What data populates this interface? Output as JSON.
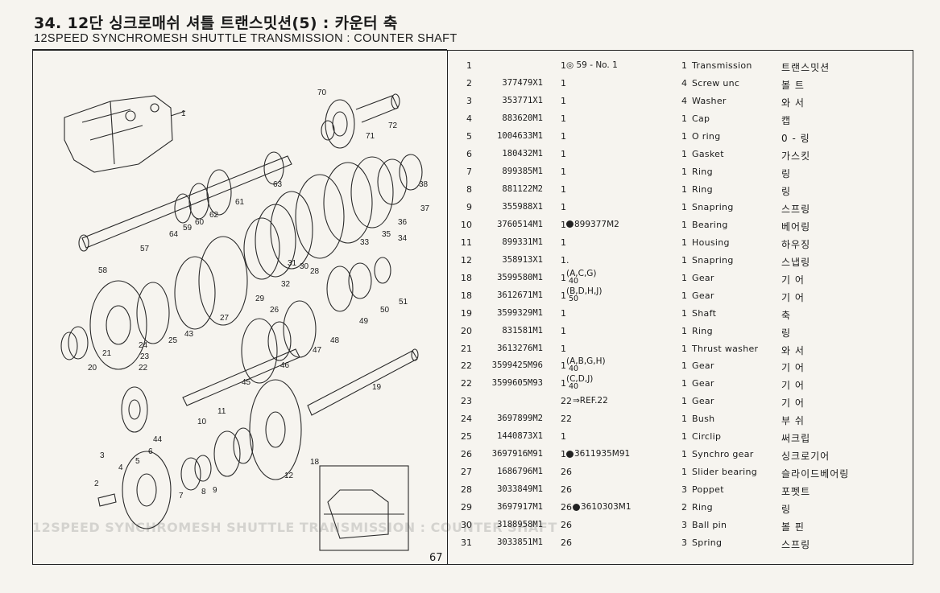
{
  "header": {
    "title_kr": "34. 12단 싱크로매쉬 셔틀 트랜스밋션(5) : 카운터 축",
    "title_en": "12SPEED SYNCHROMESH SHUTTLE TRANSMISSION : COUNTER SHAFT"
  },
  "page_number": "67",
  "diagram_callouts": [
    "1",
    "70",
    "71",
    "72",
    "63",
    "38",
    "37",
    "36",
    "35",
    "34",
    "33",
    "62",
    "61",
    "60",
    "59",
    "64",
    "57",
    "58",
    "28",
    "30",
    "31",
    "32",
    "26",
    "29",
    "27",
    "43",
    "25",
    "24",
    "23",
    "22",
    "21",
    "20",
    "51",
    "50",
    "49",
    "48",
    "47",
    "46",
    "45",
    "44",
    "19",
    "12",
    "18",
    "10",
    "11",
    "9",
    "8",
    "7",
    "6",
    "5",
    "4",
    "3",
    "2"
  ],
  "parts": [
    {
      "ref": "1",
      "part_no": "",
      "qty": "1",
      "note": "◎ 59 - No. 1",
      "sub": "",
      "unit": "1",
      "name_en": "Transmission",
      "name_kr": "트랜스밋션"
    },
    {
      "ref": "2",
      "part_no": "377479X1",
      "qty": "1",
      "note": "",
      "sub": "",
      "unit": "4",
      "name_en": "Screw unc",
      "name_kr": "볼 트"
    },
    {
      "ref": "3",
      "part_no": "353771X1",
      "qty": "1",
      "note": "",
      "sub": "",
      "unit": "4",
      "name_en": "Washer",
      "name_kr": "와 서"
    },
    {
      "ref": "4",
      "part_no": "883620M1",
      "qty": "1",
      "note": "",
      "sub": "",
      "unit": "1",
      "name_en": "Cap",
      "name_kr": "캡"
    },
    {
      "ref": "5",
      "part_no": "1004633M1",
      "qty": "1",
      "note": "",
      "sub": "",
      "unit": "1",
      "name_en": "O ring",
      "name_kr": "0 - 링"
    },
    {
      "ref": "6",
      "part_no": "180432M1",
      "qty": "1",
      "note": "",
      "sub": "",
      "unit": "1",
      "name_en": "Gasket",
      "name_kr": "가스킷"
    },
    {
      "ref": "7",
      "part_no": "899385M1",
      "qty": "1",
      "note": "",
      "sub": "",
      "unit": "1",
      "name_en": "Ring",
      "name_kr": "링"
    },
    {
      "ref": "8",
      "part_no": "881122M2",
      "qty": "1",
      "note": "",
      "sub": "",
      "unit": "1",
      "name_en": "Ring",
      "name_kr": "링"
    },
    {
      "ref": "9",
      "part_no": "355988X1",
      "qty": "1",
      "note": "",
      "sub": "",
      "unit": "1",
      "name_en": "Snapring",
      "name_kr": "스프링"
    },
    {
      "ref": "10",
      "part_no": "3760514M1",
      "qty": "1",
      "note": "899377M2",
      "sub": "",
      "unit": "1",
      "name_en": "Bearing",
      "name_kr": "베어링",
      "sym": true
    },
    {
      "ref": "11",
      "part_no": "899331M1",
      "qty": "1",
      "note": "",
      "sub": "",
      "unit": "1",
      "name_en": "Housing",
      "name_kr": "하우징"
    },
    {
      "ref": "12",
      "part_no": "358913X1",
      "qty": "1.",
      "note": "",
      "sub": "",
      "unit": "1",
      "name_en": "Snapring",
      "name_kr": "스냅링"
    },
    {
      "ref": "18",
      "part_no": "3599580M1",
      "qty": "1",
      "note": "(A,C,G)",
      "sub": "40",
      "unit": "1",
      "name_en": "Gear",
      "name_kr": "기 어"
    },
    {
      "ref": "18",
      "part_no": "3612671M1",
      "qty": "1",
      "note": "(B,D,H,J)",
      "sub": "50",
      "unit": "1",
      "name_en": "Gear",
      "name_kr": "기 어"
    },
    {
      "ref": "19",
      "part_no": "3599329M1",
      "qty": "1",
      "note": "",
      "sub": "",
      "unit": "1",
      "name_en": "Shaft",
      "name_kr": "축"
    },
    {
      "ref": "20",
      "part_no": "831581M1",
      "qty": "1",
      "note": "",
      "sub": "",
      "unit": "1",
      "name_en": "Ring",
      "name_kr": "링"
    },
    {
      "ref": "21",
      "part_no": "3613276M1",
      "qty": "1",
      "note": "",
      "sub": "",
      "unit": "1",
      "name_en": "Thrust washer",
      "name_kr": "와 서"
    },
    {
      "ref": "22",
      "part_no": "3599425M96",
      "qty": "1",
      "note": "(A,B,G,H)",
      "sub": "40",
      "unit": "1",
      "name_en": "Gear",
      "name_kr": "기 어"
    },
    {
      "ref": "22",
      "part_no": "3599605M93",
      "qty": "1",
      "note": "(C,D,J)",
      "sub": "40",
      "unit": "1",
      "name_en": "Gear",
      "name_kr": "기 어"
    },
    {
      "ref": "23",
      "part_no": "",
      "qty": "22",
      "note": "⇒REF.22",
      "sub": "",
      "unit": "1",
      "name_en": "Gear",
      "name_kr": "기 어"
    },
    {
      "ref": "24",
      "part_no": "3697899M2",
      "qty": "22",
      "note": "",
      "sub": "",
      "unit": "1",
      "name_en": "Bush",
      "name_kr": "부 쉬"
    },
    {
      "ref": "25",
      "part_no": "1440873X1",
      "qty": "1",
      "note": "",
      "sub": "",
      "unit": "1",
      "name_en": "Circlip",
      "name_kr": "써크립"
    },
    {
      "ref": "26",
      "part_no": "3697916M91",
      "qty": "1",
      "note": "3611935M91",
      "sub": "",
      "unit": "1",
      "name_en": "Synchro gear",
      "name_kr": "싱크로기어",
      "sym": true
    },
    {
      "ref": "27",
      "part_no": "1686796M1",
      "qty": "26",
      "note": "",
      "sub": "",
      "unit": "1",
      "name_en": "Slider bearing",
      "name_kr": "슬라이드베어링"
    },
    {
      "ref": "28",
      "part_no": "3033849M1",
      "qty": "26",
      "note": "",
      "sub": "",
      "unit": "3",
      "name_en": "Poppet",
      "name_kr": "포펫트"
    },
    {
      "ref": "29",
      "part_no": "3697917M1",
      "qty": "26",
      "note": "3610303M1",
      "sub": "",
      "unit": "2",
      "name_en": "Ring",
      "name_kr": "링",
      "sym": true
    },
    {
      "ref": "30",
      "part_no": "3188958M1",
      "qty": "26",
      "note": "",
      "sub": "",
      "unit": "3",
      "name_en": "Ball pin",
      "name_kr": "볼 핀"
    },
    {
      "ref": "31",
      "part_no": "3033851M1",
      "qty": "26",
      "note": "",
      "sub": "",
      "unit": "3",
      "name_en": "Spring",
      "name_kr": "스프링"
    }
  ]
}
